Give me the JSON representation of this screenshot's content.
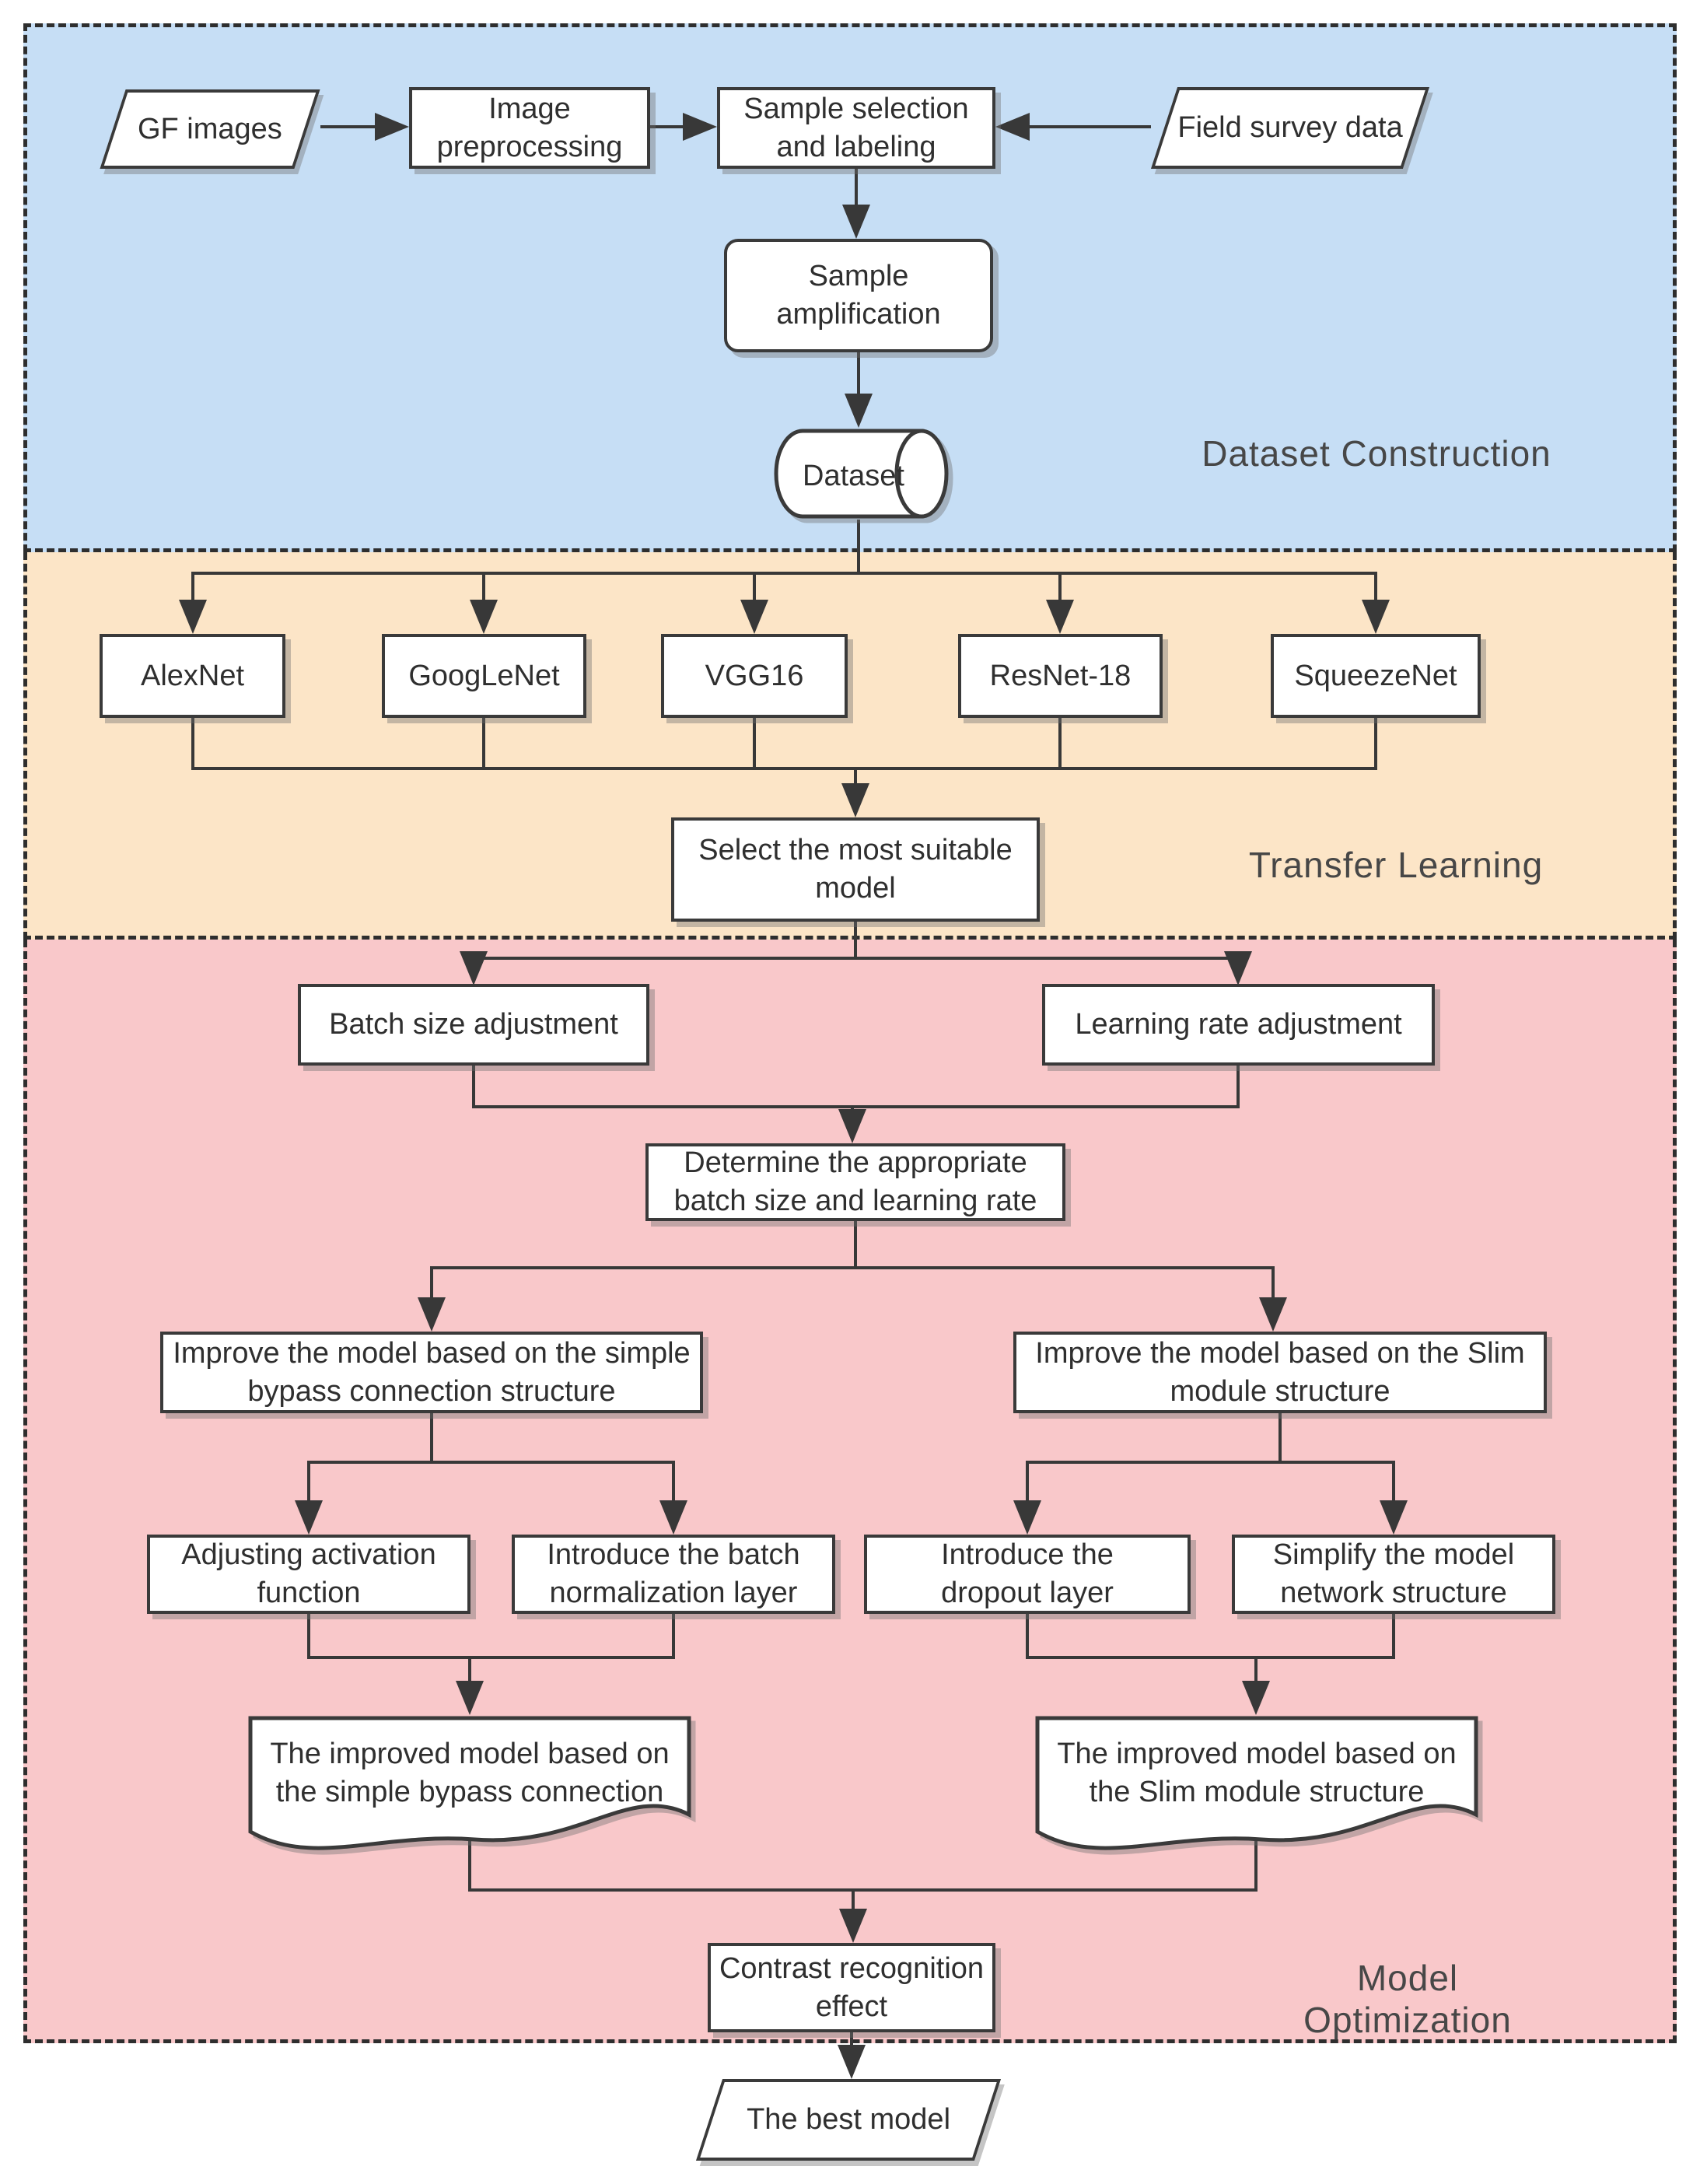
{
  "diagram": {
    "sections": [
      {
        "label": "Dataset Construction",
        "bg": "#c6def5"
      },
      {
        "label": "Transfer Learning",
        "bg": "#fce5c7"
      },
      {
        "label": "Model Optimization",
        "bg": "#f9c8ca"
      }
    ],
    "nodes": {
      "gf_images": "GF images",
      "image_preprocessing": "Image preprocessing",
      "sample_selection": "Sample selection and labeling",
      "field_survey": "Field survey data",
      "sample_amplification": "Sample amplification",
      "dataset": "Dataset",
      "models": [
        "AlexNet",
        "GoogLeNet",
        "VGG16",
        "ResNet-18",
        "SqueezeNet"
      ],
      "select_model": "Select the most suitable model",
      "batch_size": "Batch size adjustment",
      "learning_rate": "Learning rate adjustment",
      "determine": "Determine the appropriate batch size and learning rate",
      "improve_bypass": "Improve the model based on the simple bypass connection structure",
      "improve_slim": "Improve the model based on the Slim module structure",
      "adjust_activation": "Adjusting activation function",
      "batch_norm": "Introduce the batch normalization layer",
      "dropout": "Introduce the dropout layer",
      "simplify": "Simplify the model network structure",
      "improved_bypass": "The improved model based on the simple bypass connection",
      "improved_slim": "The improved model based on the Slim module structure",
      "contrast": "Contrast recognition effect",
      "best_model": "The best model"
    },
    "colors": {
      "node_border": "#3a3a3a",
      "section_border": "#2e2e2e",
      "text": "#2f2f2f",
      "section_label": "#474747"
    }
  }
}
